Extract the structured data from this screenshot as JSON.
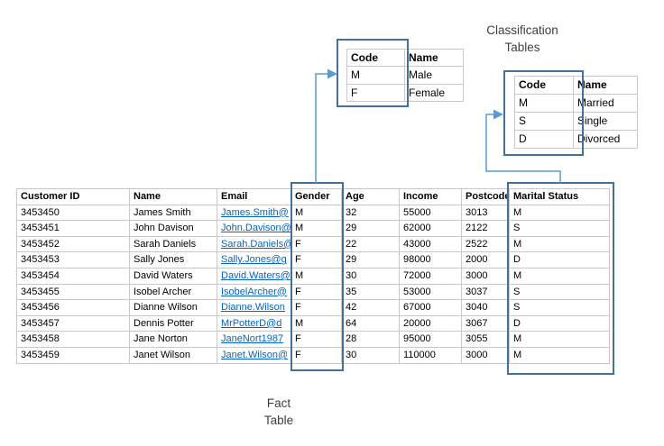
{
  "labels": {
    "classification": {
      "line1": "Classification",
      "line2": "Tables"
    },
    "fact": {
      "line1": "Fact",
      "line2": "Table"
    }
  },
  "gender_table": {
    "headers": [
      "Code",
      "Name"
    ],
    "rows": [
      [
        "M",
        "Male"
      ],
      [
        "F",
        "Female"
      ]
    ]
  },
  "marital_table": {
    "headers": [
      "Code",
      "Name"
    ],
    "rows": [
      [
        "M",
        "Married"
      ],
      [
        "S",
        "Single"
      ],
      [
        "D",
        "Divorced"
      ]
    ]
  },
  "fact_table": {
    "headers": [
      "Customer ID",
      "Name",
      "Email",
      "Gender",
      "Age",
      "Income",
      "Postcode",
      "Marital Status"
    ],
    "rows": [
      [
        "3453450",
        "James Smith",
        "James.Smith@",
        "M",
        "32",
        "55000",
        "3013",
        "M"
      ],
      [
        "3453451",
        "John Davison",
        "John.Davison@",
        "M",
        "29",
        "62000",
        "2122",
        "S"
      ],
      [
        "3453452",
        "Sarah Daniels",
        "Sarah.Daniels@",
        "F",
        "22",
        "43000",
        "2522",
        "M"
      ],
      [
        "3453453",
        "Sally Jones",
        "Sally.Jones@g",
        "F",
        "29",
        "98000",
        "2000",
        "D"
      ],
      [
        "3453454",
        "David Waters",
        "David.Waters@",
        "M",
        "30",
        "72000",
        "3000",
        "M"
      ],
      [
        "3453455",
        "Isobel Archer",
        "IsobelArcher@",
        "F",
        "35",
        "53000",
        "3037",
        "S"
      ],
      [
        "3453456",
        "Dianne Wilson",
        "Dianne.Wilson",
        "F",
        "42",
        "67000",
        "3040",
        "S"
      ],
      [
        "3453457",
        "Dennis Potter",
        "MrPotterD@d",
        "M",
        "64",
        "20000",
        "3067",
        "D"
      ],
      [
        "3453458",
        "Jane Norton",
        "JaneNort1987",
        "F",
        "28",
        "95000",
        "3055",
        "M"
      ],
      [
        "3453459",
        "Janet Wilson",
        "Janet.Wilson@",
        "F",
        "30",
        "110000",
        "3000",
        "M"
      ]
    ]
  },
  "colors": {
    "highlight_box_blue": "#41719c",
    "connector_blue": "#5b9bd5",
    "hyperlink_blue": "#0563c1",
    "grid_gray": "#c9c9c9",
    "label_gray": "#3f3f3f"
  }
}
